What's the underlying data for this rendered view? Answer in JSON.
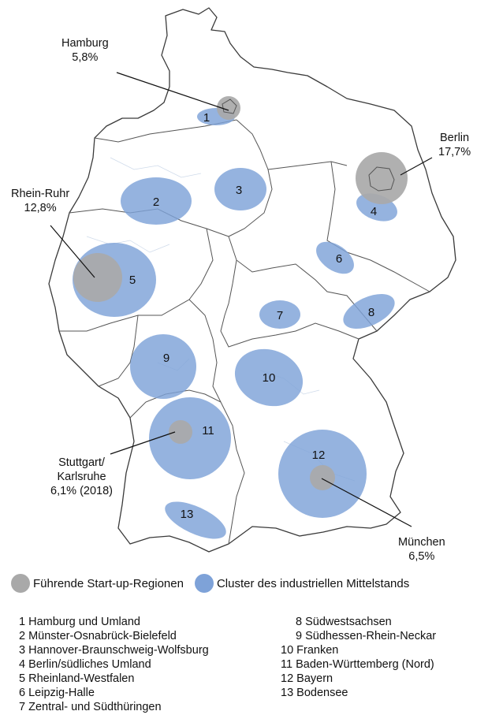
{
  "colors": {
    "startup": "#a9a9a9",
    "cluster": "#7ea2d8",
    "border": "#3a3a3a",
    "inner": "#c9d6e8"
  },
  "labels": {
    "hamburg": "Hamburg\n5,8%",
    "berlin": "Berlin\n17,7%",
    "rhein_ruhr": "Rhein-Ruhr\n12,8%",
    "stuttgart": "Stuttgart/\nKarlsruhe\n6,1% (2018)",
    "muenchen": "München\n6,5%"
  },
  "clusters": [
    {
      "n": "1"
    },
    {
      "n": "2"
    },
    {
      "n": "3"
    },
    {
      "n": "4"
    },
    {
      "n": "5"
    },
    {
      "n": "6"
    },
    {
      "n": "7"
    },
    {
      "n": "8"
    },
    {
      "n": "9"
    },
    {
      "n": "10"
    },
    {
      "n": "11"
    },
    {
      "n": "12"
    },
    {
      "n": "13"
    }
  ],
  "legend": {
    "startup": "Führende Start-up-Regionen",
    "cluster": "Cluster des industriellen Mittelstands"
  },
  "list_left": [
    "1 Hamburg und Umland",
    "2 Münster-Osnabrück-Bielefeld",
    "3 Hannover-Braunschweig-Wolfsburg",
    "4 Berlin/südliches Umland",
    "5 Rheinland-Westfalen",
    "6 Leipzig-Halle",
    "7 Zentral- und Südthüringen"
  ],
  "list_right": [
    "8 Südwestsachsen",
    "9 Südhessen-Rhein-Neckar",
    "10 Franken",
    "11 Baden-Württemberg (Nord)",
    "12 Bayern",
    "13 Bodensee"
  ]
}
